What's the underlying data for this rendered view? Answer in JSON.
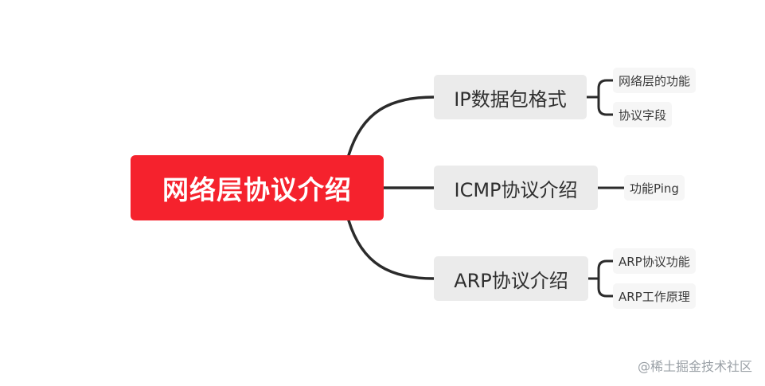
{
  "root": {
    "label": "网络层协议介绍"
  },
  "branches": [
    {
      "label": "IP数据包格式",
      "children": [
        "网络层的功能",
        "协议字段"
      ]
    },
    {
      "label": "ICMP协议介绍",
      "children": [
        "功能Ping"
      ]
    },
    {
      "label": "ARP协议介绍",
      "children": [
        "ARP协议功能",
        "ARP工作原理"
      ]
    }
  ],
  "watermark": "@稀土掘金技术社区",
  "colors": {
    "root_fill": "#f5222d",
    "branch_fill": "#ebebeb",
    "leaf_fill": "#f6f6f6",
    "connector": "#2b2b2b"
  }
}
